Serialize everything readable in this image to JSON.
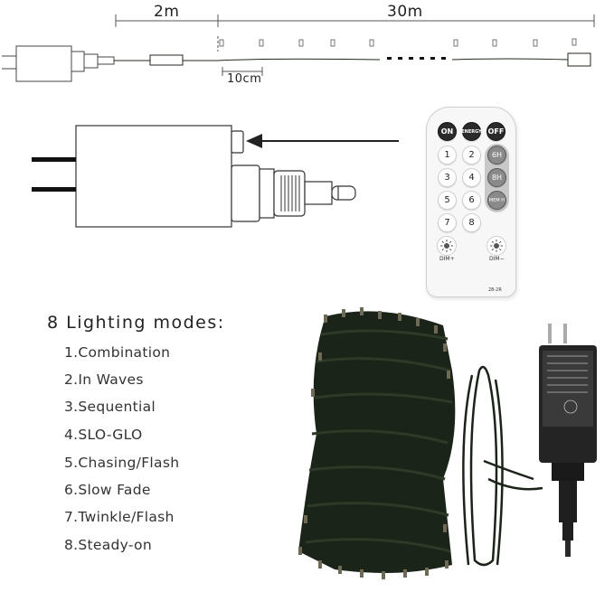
{
  "dimensions": {
    "lead_length": "2m",
    "string_length": "30m",
    "bulb_spacing": "10cm"
  },
  "remote": {
    "top_buttons": [
      "ON",
      "ENERGY",
      "OFF"
    ],
    "number_buttons": [
      "1",
      "2",
      "3",
      "4",
      "5",
      "6",
      "7",
      "8"
    ],
    "timer_buttons": [
      "6H",
      "8H",
      "MEM H"
    ],
    "dim_plus": "DIM+",
    "dim_minus": "DIM−",
    "model": "28-2R"
  },
  "modes": {
    "title": "8 Lighting modes:",
    "items": [
      "1.Combination",
      "2.In Waves",
      "3.Sequential",
      "4.SLO-GLO",
      "5.Chasing/Flash",
      "6.Slow Fade",
      "7.Twinkle/Flash",
      "8.Steady-on"
    ]
  },
  "colors": {
    "wire": "#1e2a1a",
    "outline": "#333333",
    "remote_dark_button": "#2a2a2a"
  }
}
